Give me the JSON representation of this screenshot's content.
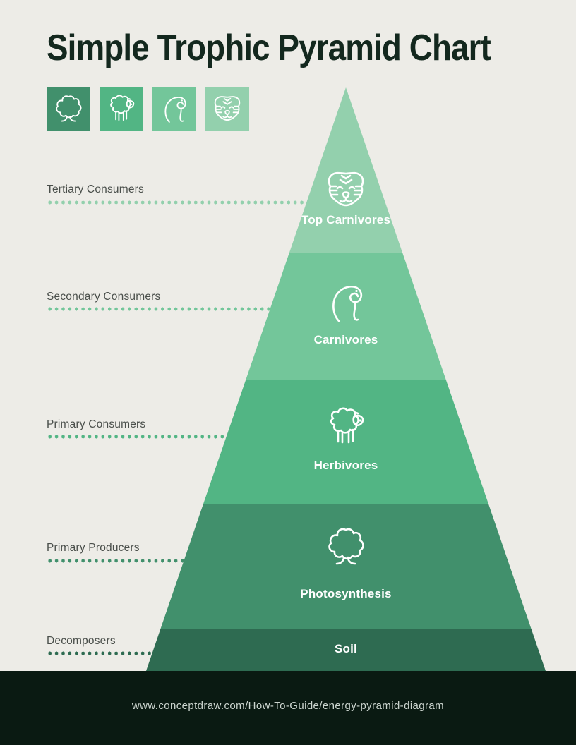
{
  "page": {
    "background": "#edece7",
    "accent_dark": "#13281e"
  },
  "title": "Simple Trophic Pyramid Chart",
  "legend_icons": [
    {
      "name": "tree-icon",
      "color": "#41906c"
    },
    {
      "name": "sheep-icon",
      "color": "#52b584"
    },
    {
      "name": "snake-icon",
      "color": "#73c69a"
    },
    {
      "name": "tiger-icon",
      "color": "#93d0ad"
    }
  ],
  "chart_data": {
    "type": "pyramid",
    "title": "Simple Trophic Pyramid Chart",
    "levels": [
      {
        "label": "Top Carnivores",
        "side_label": "Tertiary Consumers",
        "icon": "tiger-icon",
        "color": "#93d0ad"
      },
      {
        "label": "Carnivores",
        "side_label": "Secondary Consumers",
        "icon": "snake-icon",
        "color": "#73c69a"
      },
      {
        "label": "Herbivores",
        "side_label": "Primary Consumers",
        "icon": "sheep-icon",
        "color": "#52b584"
      },
      {
        "label": "Photosynthesis",
        "side_label": "Primary Producers",
        "icon": "tree-icon",
        "color": "#41906c"
      },
      {
        "label": "Soil",
        "side_label": "Decomposers",
        "icon": "",
        "color": "#2e6b51"
      }
    ]
  },
  "footer": {
    "url": "www.conceptdraw.com/How-To-Guide/energy-pyramid-diagram",
    "background": "#0a1a12"
  }
}
